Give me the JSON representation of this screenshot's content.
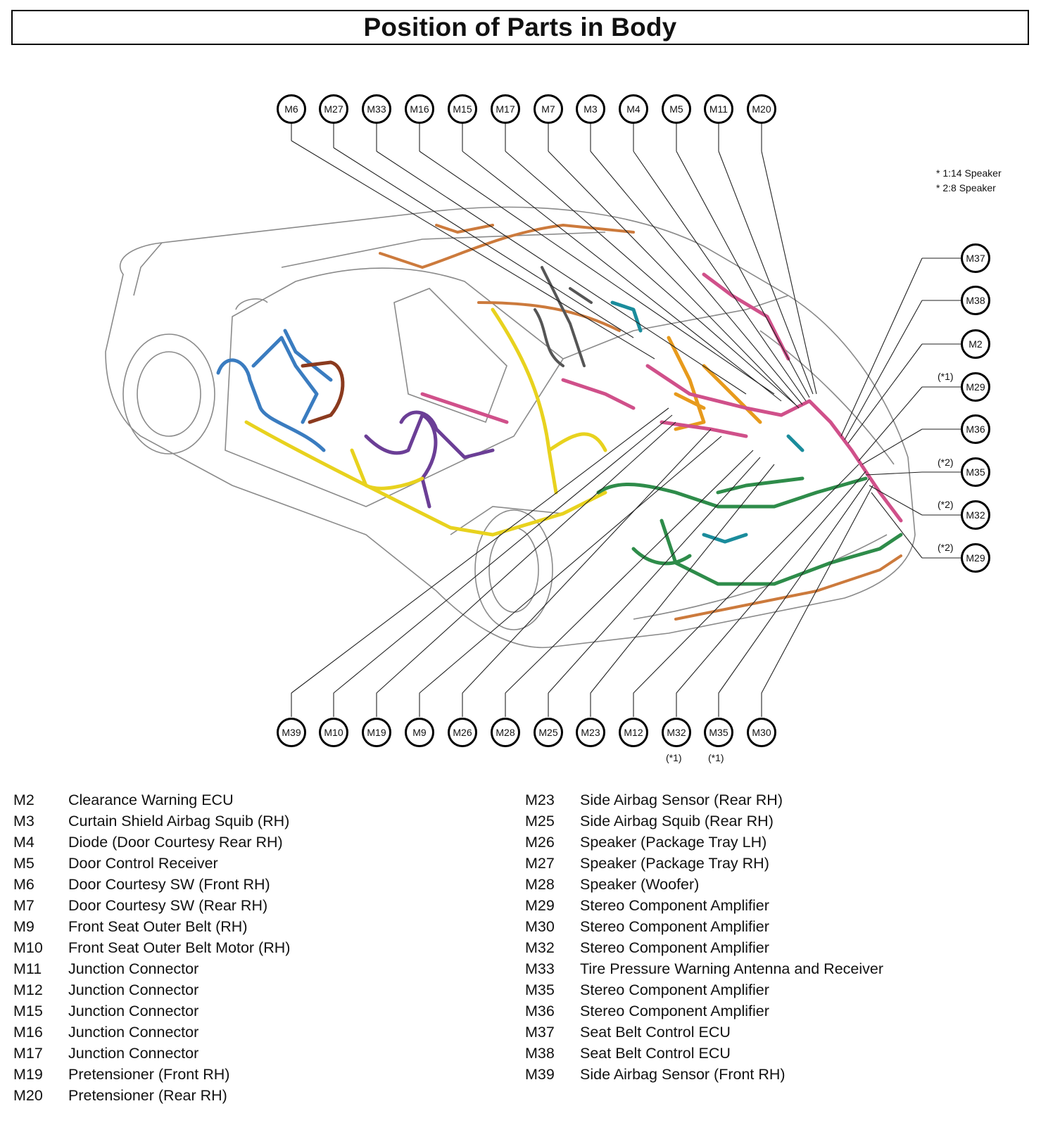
{
  "title": "Position of Parts in Body",
  "speaker_notes": [
    "* 1:14 Speaker",
    "* 2:8 Speaker"
  ],
  "callouts_top": [
    "M6",
    "M27",
    "M33",
    "M16",
    "M15",
    "M17",
    "M7",
    "M3",
    "M4",
    "M5",
    "M11",
    "M20"
  ],
  "callouts_bottom": [
    "M39",
    "M10",
    "M19",
    "M9",
    "M26",
    "M28",
    "M25",
    "M23",
    "M12",
    "M32",
    "M35",
    "M30"
  ],
  "callouts_bottom_notes": {
    "M32": "(*1)",
    "M35": "(*1)"
  },
  "callouts_right": [
    "M37",
    "M38",
    "M2",
    "M29",
    "M36",
    "M35",
    "M32",
    "M29"
  ],
  "callouts_right_notes": [
    "",
    "",
    "",
    "(*1)",
    "",
    "(*2)",
    "(*2)",
    "(*2)"
  ],
  "harness_colors": {
    "front_door": "#3a7cc0",
    "rear_door": "#6b3e96",
    "floor_main": "#e8d21e",
    "roof": "#cc7a3c",
    "rear_body": "#d0508a",
    "trunk": "#2e8c4a",
    "center": "#e79a1c",
    "console": "#555555",
    "teal": "#1a8c9c",
    "brown": "#8b3a1e"
  },
  "legend_left": [
    {
      "code": "M2",
      "name": "Clearance Warning ECU"
    },
    {
      "code": "M3",
      "name": "Curtain Shield Airbag Squib (RH)"
    },
    {
      "code": "M4",
      "name": "Diode (Door Courtesy Rear RH)"
    },
    {
      "code": "M5",
      "name": "Door Control Receiver"
    },
    {
      "code": "M6",
      "name": "Door Courtesy SW (Front RH)"
    },
    {
      "code": "M7",
      "name": "Door Courtesy SW (Rear RH)"
    },
    {
      "code": "M9",
      "name": "Front Seat Outer Belt (RH)"
    },
    {
      "code": "M10",
      "name": "Front Seat Outer Belt Motor (RH)"
    },
    {
      "code": "M11",
      "name": "Junction Connector"
    },
    {
      "code": "M12",
      "name": "Junction Connector"
    },
    {
      "code": "M15",
      "name": "Junction Connector"
    },
    {
      "code": "M16",
      "name": "Junction Connector"
    },
    {
      "code": "M17",
      "name": "Junction Connector"
    },
    {
      "code": "M19",
      "name": "Pretensioner (Front RH)"
    },
    {
      "code": "M20",
      "name": "Pretensioner (Rear RH)"
    }
  ],
  "legend_right": [
    {
      "code": "M23",
      "name": "Side Airbag Sensor (Rear RH)"
    },
    {
      "code": "M25",
      "name": "Side Airbag Squib (Rear RH)"
    },
    {
      "code": "M26",
      "name": "Speaker (Package Tray LH)"
    },
    {
      "code": "M27",
      "name": "Speaker (Package Tray RH)"
    },
    {
      "code": "M28",
      "name": "Speaker (Woofer)"
    },
    {
      "code": "M29",
      "name": "Stereo Component Amplifier"
    },
    {
      "code": "M30",
      "name": "Stereo Component Amplifier"
    },
    {
      "code": "M32",
      "name": "Stereo Component Amplifier"
    },
    {
      "code": "M33",
      "name": "Tire Pressure Warning Antenna and Receiver"
    },
    {
      "code": "M35",
      "name": "Stereo Component Amplifier"
    },
    {
      "code": "M36",
      "name": "Stereo Component Amplifier"
    },
    {
      "code": "M37",
      "name": "Seat Belt Control ECU"
    },
    {
      "code": "M38",
      "name": "Seat Belt Control ECU"
    },
    {
      "code": "M39",
      "name": "Side Airbag Sensor (Front RH)"
    }
  ]
}
